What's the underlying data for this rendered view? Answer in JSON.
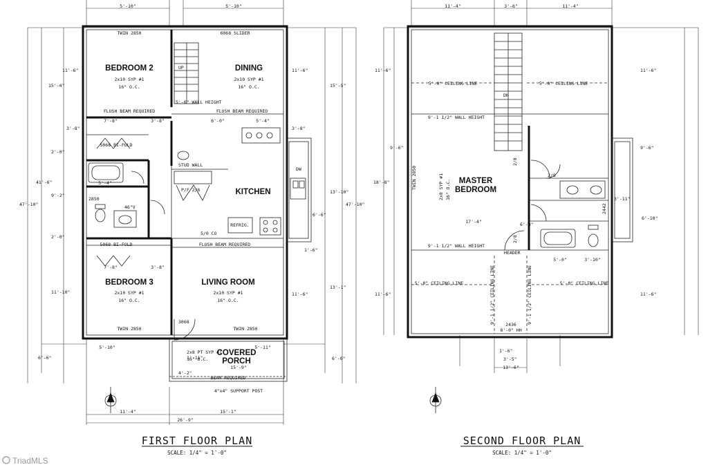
{
  "first_floor": {
    "title": "FIRST FLOOR PLAN",
    "scale": "SCALE: 1/4\" = 1'-0\"",
    "rooms": {
      "bedroom2": {
        "name": "BEDROOM 2",
        "spec1": "2x10 SYP #1",
        "spec2": "16\" O.C."
      },
      "dining": {
        "name": "DINING",
        "spec1": "2x10 SYP #1",
        "spec2": "16\" O.C."
      },
      "kitchen": {
        "name": "KITCHEN"
      },
      "bedroom3": {
        "name": "BEDROOM 3",
        "spec1": "2x10 SYP #1",
        "spec2": "16\" O.C."
      },
      "living": {
        "name": "LIVING ROOM",
        "spec1": "2x10 SYP #1",
        "spec2": "16\" O.C."
      },
      "porch": {
        "name1": "COVERED",
        "name2": "PORCH"
      }
    },
    "notes": {
      "twin_top": "TWIN 2850",
      "slider": "6068 SLIDER",
      "flush1": "FLUSH BEAM REQUIRED",
      "flush2": "FLUSH BEAM REQUIRED",
      "flush3": "FLUSH BEAM REQUIRED",
      "bifold1": "5068 BI-FOLD",
      "bifold2": "5068 BI-FOLD",
      "wall_height": "5'-6\" WALL HEIGHT",
      "stud_wall": "STUD WALL",
      "twin_bl": "TWIN 2850",
      "twin_br": "TWIN 2850",
      "up": "UP",
      "refr": "REFRIG.",
      "dw": "DW",
      "so": "5/0 CO",
      "beam_req": "BEAM REQUIRED",
      "support_post": "4\"x4\" SUPPORT POST",
      "door3068": "3068",
      "pf": "P/F 2/6",
      "w2850": "2850",
      "w46": "46\"V",
      "spec_porch": "2x8 PT SYP #1",
      "porch_oc": "16\" O.C."
    },
    "dims": {
      "top_left": "5'-10\"",
      "top_right": "5'-10\"",
      "left_11": "11'-6\"",
      "left_15": "15'-4\"",
      "left_41": "41'-6\"",
      "left_47": "47'-10\"",
      "left_3": "3'-8\"",
      "left_2a": "2'-0\"",
      "left_9": "9'-2\"",
      "left_2b": "2'-0\"",
      "left_11b": "11'-10\"",
      "left_6": "6'-6\"",
      "right_11": "11'-6\"",
      "right_15": "15'-5\"",
      "right_3": "3'-8\"",
      "right_13": "13'-10\"",
      "right_47": "47'-10\"",
      "right_6": "6'-6\"",
      "right_1": "1'-6\"",
      "right_13b": "13'-1\"",
      "right_11b": "11'-6\"",
      "right_6b": "6'-6\"",
      "mid_7a": "7'-8\"",
      "mid_3a": "3'-8\"",
      "mid_6": "6'-0\"",
      "mid_5": "5'-4\"",
      "mid_5b": "5'-4\"",
      "mid_7b": "7'-8\"",
      "mid_3b": "3'-8\"",
      "bot_5": "5'-10\"",
      "bot_5b": "5'-11\"",
      "bot_1": "1'-11\"",
      "bot_4": "4'-2\"",
      "bot_15": "15'-9\"",
      "bot_11": "11'-4\"",
      "bot_15b": "15'-1\"",
      "bot_26": "26'-9\""
    }
  },
  "second_floor": {
    "title": "SECOND FLOOR PLAN",
    "scale": "SCALE: 1/4\" = 1'-0\"",
    "rooms": {
      "master1": "MASTER",
      "master2": "BEDROOM",
      "spec1": "2x8 SYP #1",
      "spec2": "16\" O.C."
    },
    "notes": {
      "ceiling1": "5'-0\" CEILING LINE",
      "ceiling2": "5'-0\" CEILING LINE",
      "ceiling3": "5'-0\" CEILING LINE",
      "ceiling4": "5'-0\" CEILING LINE",
      "wall_h1": "9'-1 1/2\" WALL HEIGHT",
      "wall_h2": "9'-1 1/2\" WALL HEIGHT",
      "ceil_v1": "9'-1 1/2\" CEILING LINE",
      "ceil_v2": "9'-1 1/2\" CEILING LINE",
      "dn": "DN",
      "header": "HEADER",
      "win": "2436",
      "win_hh": "8'-0\" HH",
      "twin": "TWIN 2850",
      "w2442": "2442",
      "d28a": "2/8",
      "d28b": "2/8",
      "d28c": "2/8"
    },
    "dims": {
      "top_l": "11'-4\"",
      "top_m": "3'-6\"",
      "top_r": "11'-4\"",
      "left_11": "11'-6\"",
      "left_9": "9'-6\"",
      "left_18": "18'-8\"",
      "left_11b": "11'-6\"",
      "right_11": "11'-6\"",
      "right_9": "9'-6\"",
      "right_6": "6'-10\"",
      "right_11b": "11'-6\"",
      "r_3": "3'-11\"",
      "m_17": "17'-4\"",
      "m_5": "5'-0\"",
      "m_3": "3'-10\"",
      "m_6": "6'-8\"",
      "b_1": "1'-6\"",
      "b_3": "3'-5\"",
      "b_13": "13'-6\""
    }
  },
  "watermark": "TriadMLS"
}
